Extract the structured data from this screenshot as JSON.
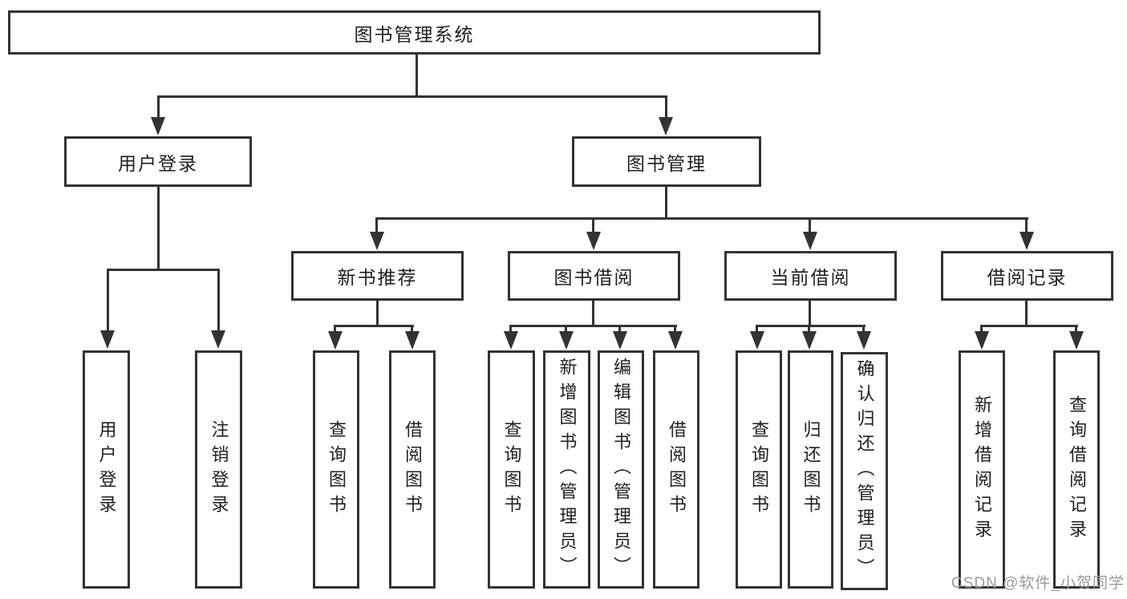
{
  "diagram_title": "图书管理系统",
  "nodes": {
    "root": "图书管理系统",
    "user_login_group": "用户登录",
    "book_mgmt_group": "图书管理",
    "new_book_rec": "新书推荐",
    "book_borrow": "图书借阅",
    "current_borrow": "当前借阅",
    "borrow_record": "借阅记录",
    "ul_user_login": "用户登录",
    "ul_logout": "注销登录",
    "nr_query_book": "查询图书",
    "nr_borrow_book": "借阅图书",
    "bb_query_book": "查询图书",
    "bb_add_book": "新增图书（管理员）",
    "bb_edit_book": "编辑图书（管理员）",
    "bb_borrow_book": "借阅图书",
    "cb_query_book": "查询图书",
    "cb_return_book": "归还图书",
    "cb_confirm_return": "确认归还（管理员）",
    "br_add_record": "新增借阅记录",
    "br_query_record": "查询借阅记录"
  },
  "colors": {
    "border": "#333333",
    "line": "#333333",
    "text": "#1f1f1f",
    "watermark": "#9a9a9a",
    "background": "#ffffff"
  },
  "watermark": "CSDN @软件_小贺同学"
}
